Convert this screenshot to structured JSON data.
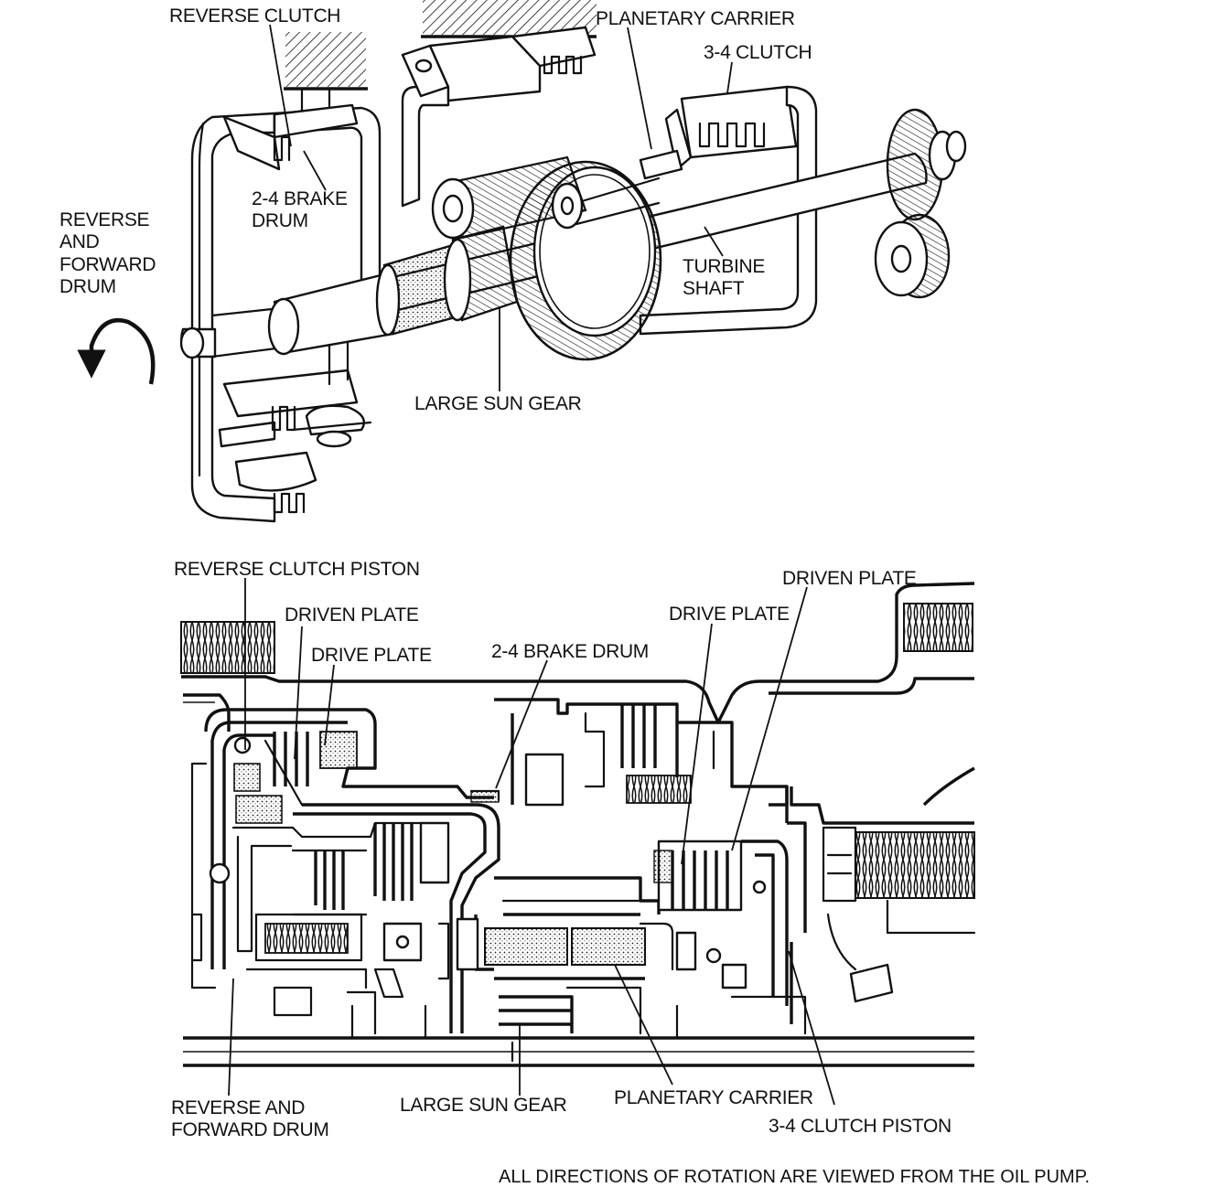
{
  "top_view": {
    "labels": {
      "reverse_clutch": "REVERSE CLUTCH",
      "planetary_carrier": "PLANETARY CARRIER",
      "clutch_34": "3-4 CLUTCH",
      "brake_drum_24_l1": "2-4 BRAKE",
      "brake_drum_24_l2": "DRUM",
      "rev_fwd_drum_l1": "REVERSE",
      "rev_fwd_drum_l2": "AND",
      "rev_fwd_drum_l3": "FORWARD",
      "rev_fwd_drum_l4": "DRUM",
      "turbine_shaft_l1": "TURBINE",
      "turbine_shaft_l2": "SHAFT",
      "large_sun_gear": "LARGE SUN GEAR"
    }
  },
  "section_view": {
    "labels": {
      "reverse_clutch_piston": "REVERSE CLUTCH PISTON",
      "driven_plate_left": "DRIVEN PLATE",
      "drive_plate_left": "DRIVE PLATE",
      "brake_drum_24": "2-4 BRAKE DRUM",
      "drive_plate_right": "DRIVE PLATE",
      "driven_plate_right": "DRIVEN PLATE",
      "rev_fwd_drum_l1": "REVERSE AND",
      "rev_fwd_drum_l2": "FORWARD DRUM",
      "large_sun_gear": "LARGE SUN GEAR",
      "planetary_carrier": "PLANETARY CARRIER",
      "clutch_piston_34": "3-4 CLUTCH PISTON"
    }
  },
  "footnote": "ALL DIRECTIONS OF ROTATION ARE VIEWED FROM THE OIL PUMP."
}
